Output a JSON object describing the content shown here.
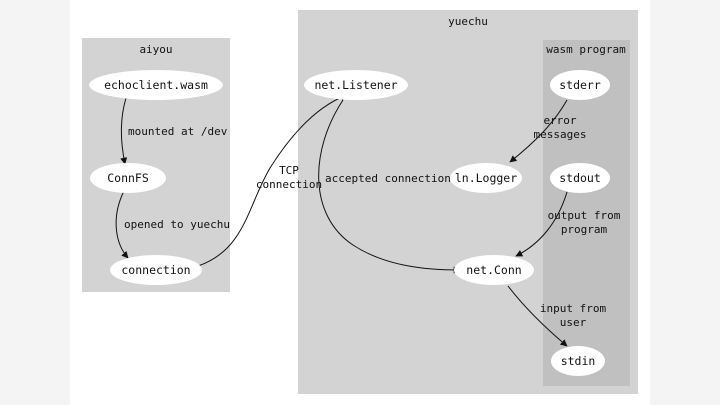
{
  "colors": {
    "outer_cluster": "#d3d3d3",
    "inner_cluster": "#c0c0c0",
    "node_fill": "#ffffff",
    "edge": "#111111",
    "side_strip": "#f4f4f4"
  },
  "clusters": {
    "aiyou": "aiyou",
    "yuechu": "yuechu",
    "wasm": "wasm program"
  },
  "nodes": {
    "echoclient": "echoclient.wasm",
    "connfs": "ConnFS",
    "connection": "connection",
    "listener": "net.Listener",
    "logger": "ln.Logger",
    "netconn": "net.Conn",
    "stderr": "stderr",
    "stdout": "stdout",
    "stdin": "stdin"
  },
  "edges": {
    "mounted": "mounted at /dev",
    "opened": "opened to yuechu",
    "tcp_1": "TCP",
    "tcp_2": "connection",
    "accepted": "accepted connection",
    "error_1": "error",
    "error_2": "messages",
    "output_1": "output from",
    "output_2": "program",
    "input_1": "input from",
    "input_2": "user"
  }
}
